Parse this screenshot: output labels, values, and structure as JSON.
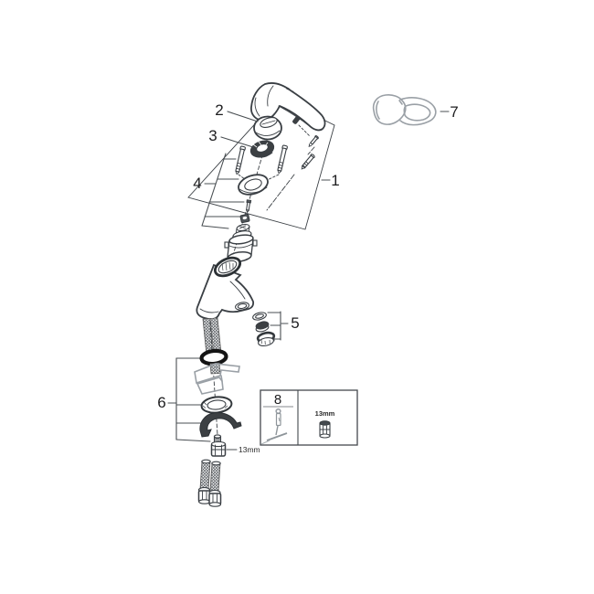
{
  "diagram": {
    "type": "faucet-exploded-parts-diagram",
    "callouts": {
      "c1": "1",
      "c2": "2",
      "c3": "3",
      "c4": "4",
      "c5": "5",
      "c6": "6",
      "c7": "7",
      "c8": "8"
    },
    "annotations": {
      "nut_size": "13mm",
      "tool_size": "13mm"
    },
    "colors": {
      "line": "#3a3f44",
      "label": "#1d1d1f",
      "dark": "#3c4043",
      "gray": "#9aa0a6",
      "oring": "#141414",
      "bg": "#ffffff"
    }
  }
}
